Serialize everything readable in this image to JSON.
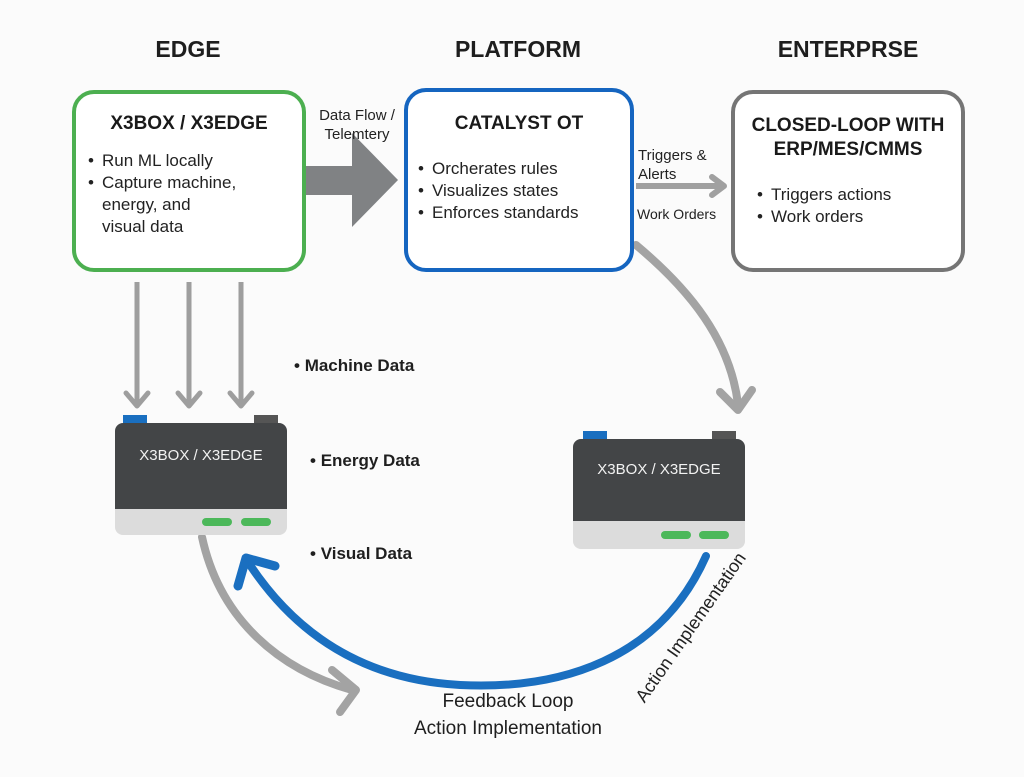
{
  "columns": {
    "edge": "EDGE",
    "platform": "PLATFORM",
    "enterprise": "ENTERPRSE"
  },
  "boxes": {
    "edge": {
      "title": "X3BOX / X3EDGE",
      "bullets": [
        "Run ML locally",
        "Capture machine,",
        "energy, and",
        "visual data"
      ],
      "border_color": "#4caf50"
    },
    "platform": {
      "title": "CATALYST OT",
      "bullets": [
        "Orcherates rules",
        "Visualizes states",
        "Enforces standards"
      ],
      "border_color": "#1565c0"
    },
    "enterprise": {
      "title_line1": "CLOSED-LOOP WITH",
      "title_line2": "ERP/MES/CMMS",
      "bullets": [
        "Triggers actions",
        "Work orders"
      ],
      "border_color": "#757575"
    }
  },
  "flows": {
    "data_flow_line1": "Data Flow /",
    "data_flow_line2": "Telemtery",
    "triggers_line1": "Triggers &",
    "triggers_line2": "Alerts",
    "work_orders": "Work Orders"
  },
  "data_types": [
    "Machine Data",
    "Energy Data",
    "Visual Data"
  ],
  "devices": {
    "left_label": "X3BOX / X3EDGE",
    "right_label": "X3BOX / X3EDGE"
  },
  "loop": {
    "arc_label": "Action Implementation",
    "bottom_line1": "Feedback Loop",
    "bottom_line2": "Action Implementation"
  },
  "colors": {
    "blue_arrow": "#1a6fc0",
    "gray_arrow": "#9e9e9e",
    "big_arrow": "#808284"
  }
}
